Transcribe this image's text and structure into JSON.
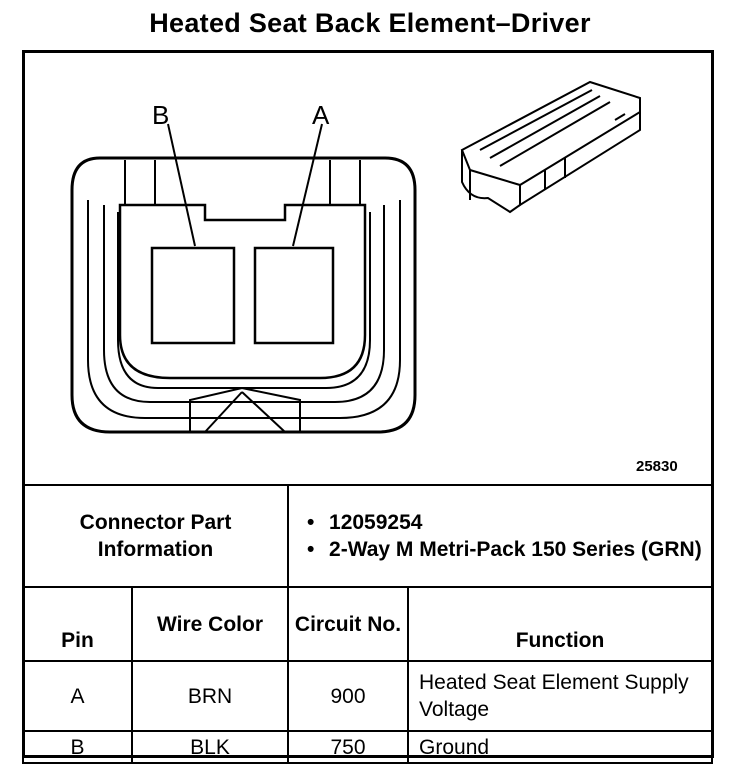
{
  "title": "Heated Seat Back Element–Driver",
  "figure": {
    "id": "25830",
    "pin_labels": [
      "B",
      "A"
    ]
  },
  "connector": {
    "label": "Connector Part Information",
    "bullet_glyph": "•",
    "bullets": [
      "12059254",
      "2-Way M Metri-Pack 150 Series (GRN)"
    ]
  },
  "pin_table": {
    "headers": {
      "pin": "Pin",
      "wire_color": "Wire Color",
      "circuit": "Circuit No.",
      "function": "Function"
    },
    "rows": [
      {
        "pin": "A",
        "wire_color": "BRN",
        "circuit": "900",
        "function": "Heated Seat Element Supply Voltage"
      },
      {
        "pin": "B",
        "wire_color": "BLK",
        "circuit": "750",
        "function": "Ground"
      }
    ]
  }
}
